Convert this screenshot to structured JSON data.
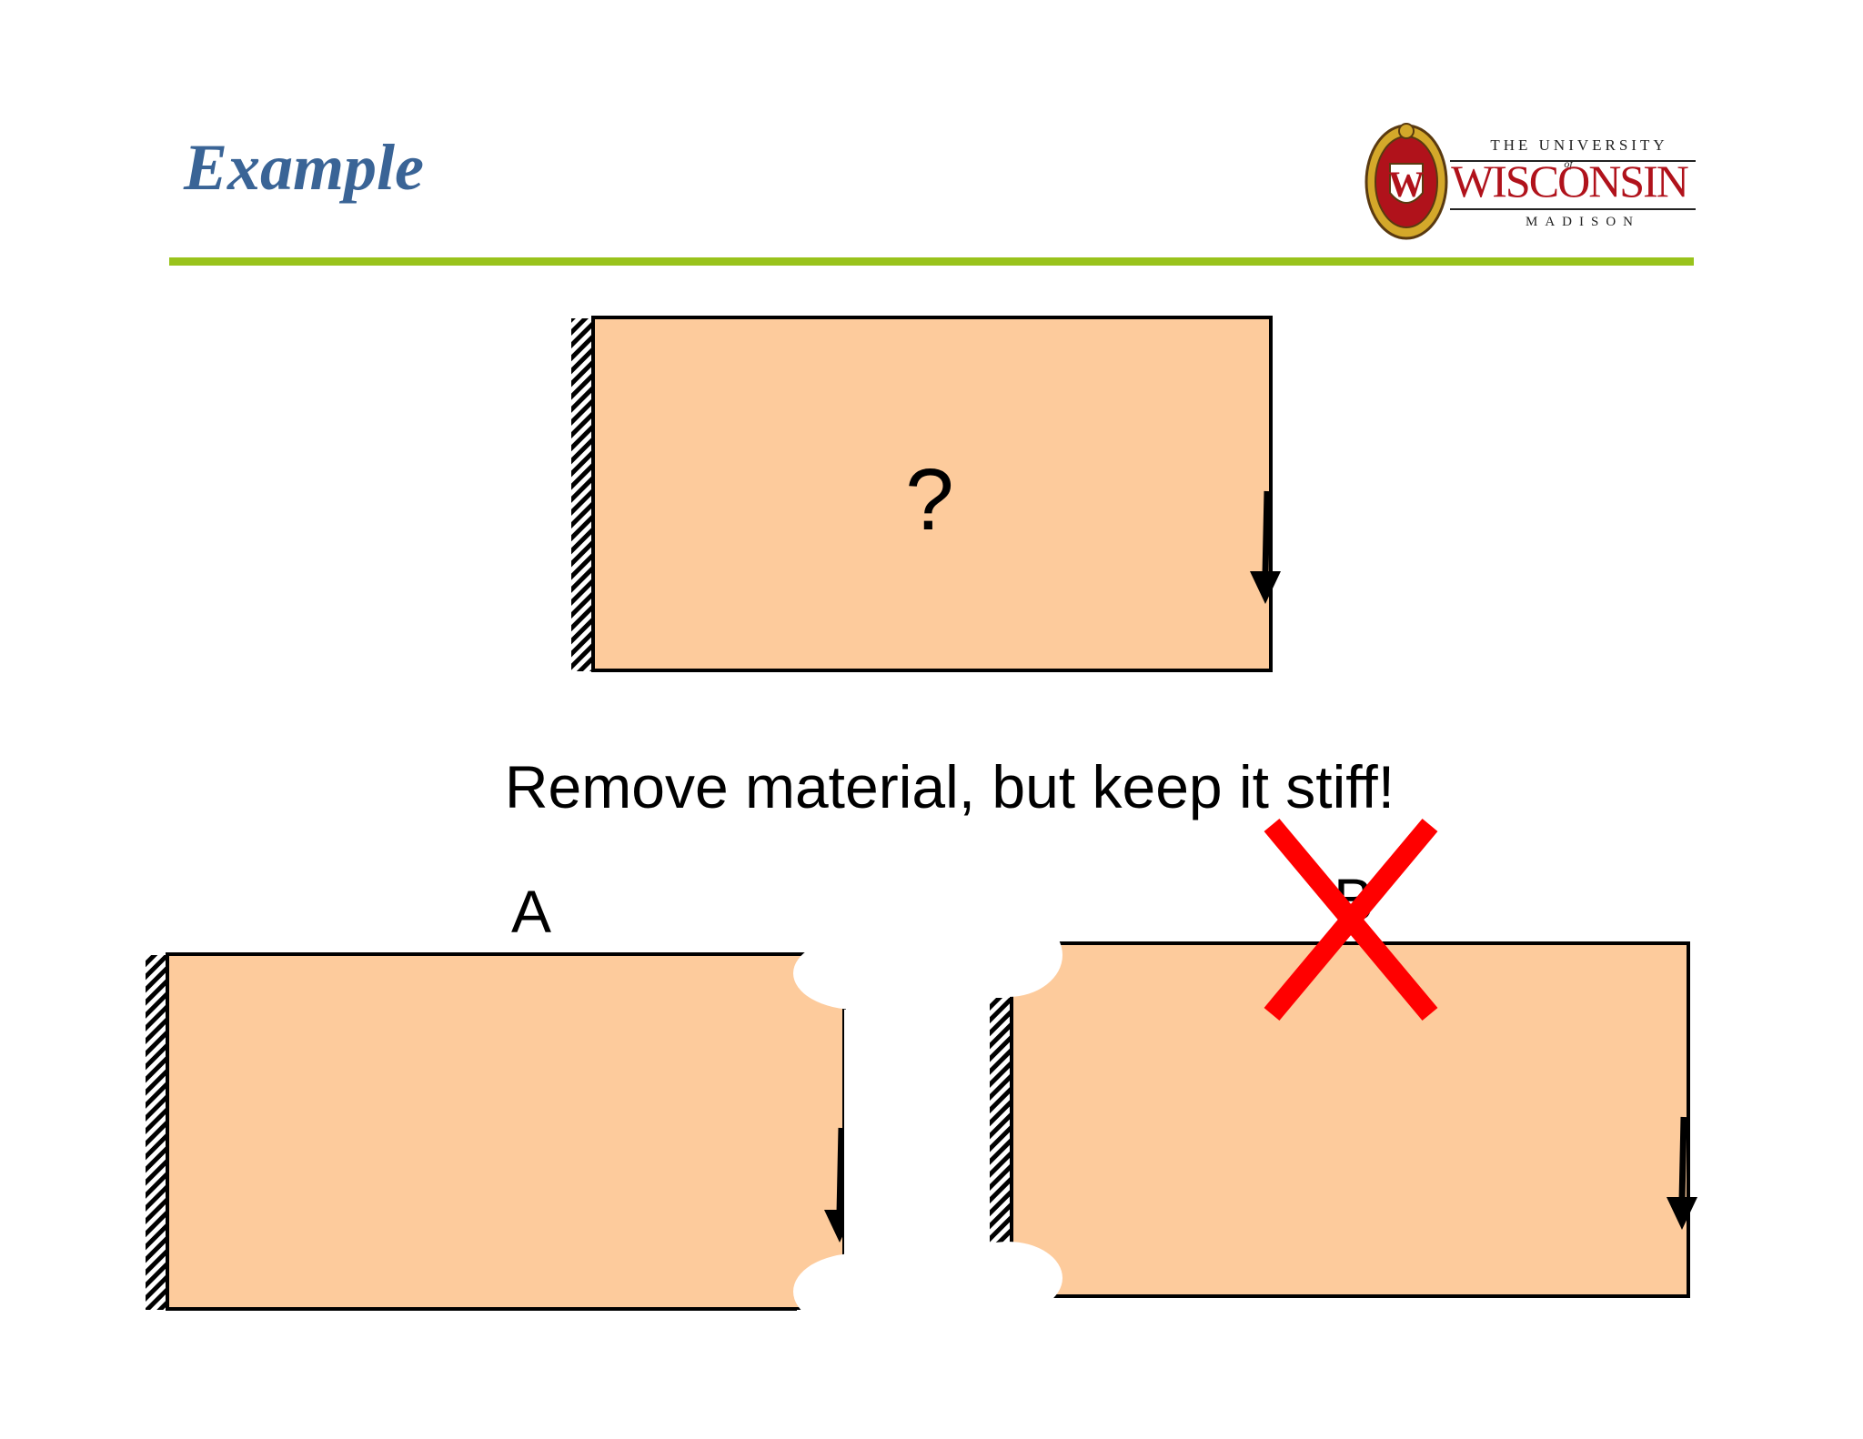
{
  "slide": {
    "title": "Example",
    "question_mark": "?",
    "caption": "Remove material, but keep it stiff!",
    "panel_a_label": "A",
    "panel_b_label": "B"
  },
  "logo": {
    "line_top": "THE UNIVERSITY",
    "line_of": "of",
    "line_main": "WISCONSIN",
    "line_bottom": "MADISON",
    "shield_letter": "W"
  },
  "colors": {
    "title": "#3a6496",
    "rule": "#99c31c",
    "plate_fill": "#fdcb9c",
    "reject_mark": "#ff0000",
    "logo_red": "#b0121b",
    "logo_gold": "#d4a82a"
  },
  "icons": {
    "support": "hatched-wall-support",
    "load": "down-arrow-load",
    "reject": "red-x-mark"
  }
}
